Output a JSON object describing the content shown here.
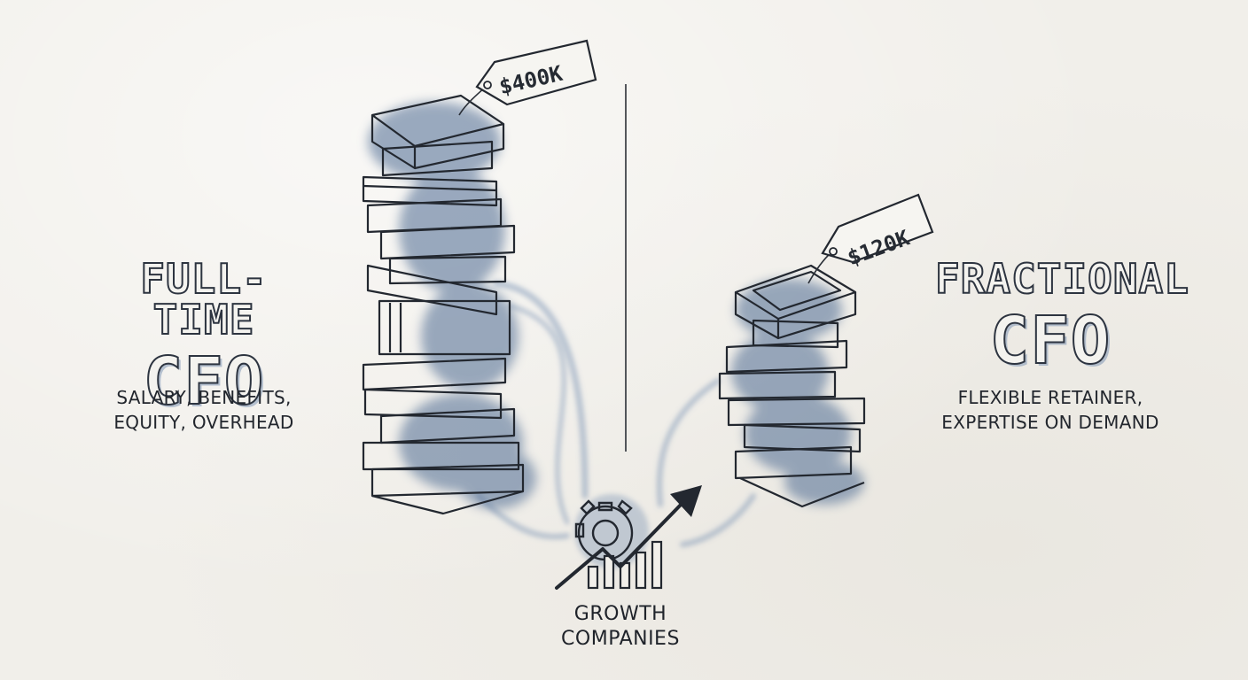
{
  "left": {
    "title_line1": "FULL-TIME",
    "title_line2": "CFO",
    "subtitle_line1": "SALARY, BENEFITS,",
    "subtitle_line2": "EQUITY, OVERHEAD",
    "price_tag": "$400K"
  },
  "right": {
    "title_line1": "FRACTIONAL",
    "title_line2": "CFO",
    "subtitle_line1": "FLEXIBLE RETAINER,",
    "subtitle_line2": "EXPERTISE ON DEMAND",
    "price_tag": "$120K"
  },
  "center": {
    "label_line1": "GROWTH",
    "label_line2": "COMPANIES",
    "icon": "gear-growth-chart-icon"
  },
  "colors": {
    "ink": "#262b33",
    "watercolor": "#4d6a92",
    "paper": "#f1efea"
  }
}
